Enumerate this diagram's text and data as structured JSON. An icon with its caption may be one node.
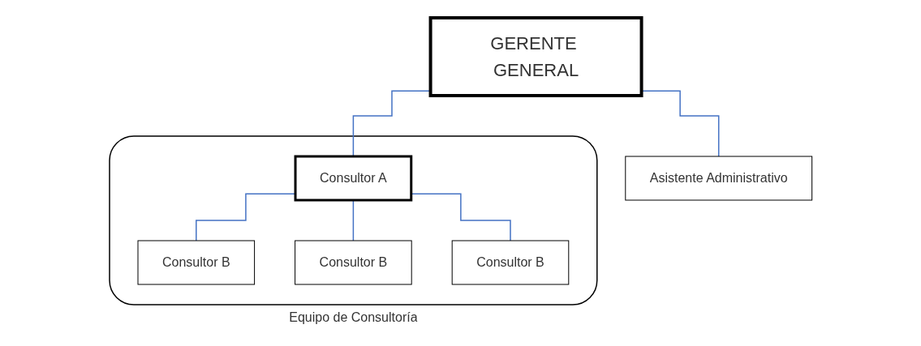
{
  "diagram": {
    "nodes": [
      {
        "text": [
          "GERENTE GENERAL"
        ]
      },
      {
        "text": [
          "Asistente Administrativo"
        ]
      },
      {
        "text": [
          "Equipo de Consultoría"
        ]
      },
      {
        "text": [
          "Consultor A"
        ],
        "in": 2
      },
      {
        "text": [
          "Consultor B"
        ],
        "in": 2
      },
      {
        "text": [
          "Consultor B"
        ],
        "in": 2
      },
      {
        "text": [
          "Consultor B"
        ],
        "in": 2
      }
    ],
    "edges": [
      {
        "from": 0,
        "to": 1,
        "arrow": "none"
      },
      {
        "from": 0,
        "to": 3,
        "arrow": "none"
      },
      {
        "from": 3,
        "to": 4,
        "arrow": "none"
      },
      {
        "from": 3,
        "to": 5,
        "arrow": "none"
      },
      {
        "from": 3,
        "to": 6,
        "arrow": "none"
      }
    ]
  }
}
